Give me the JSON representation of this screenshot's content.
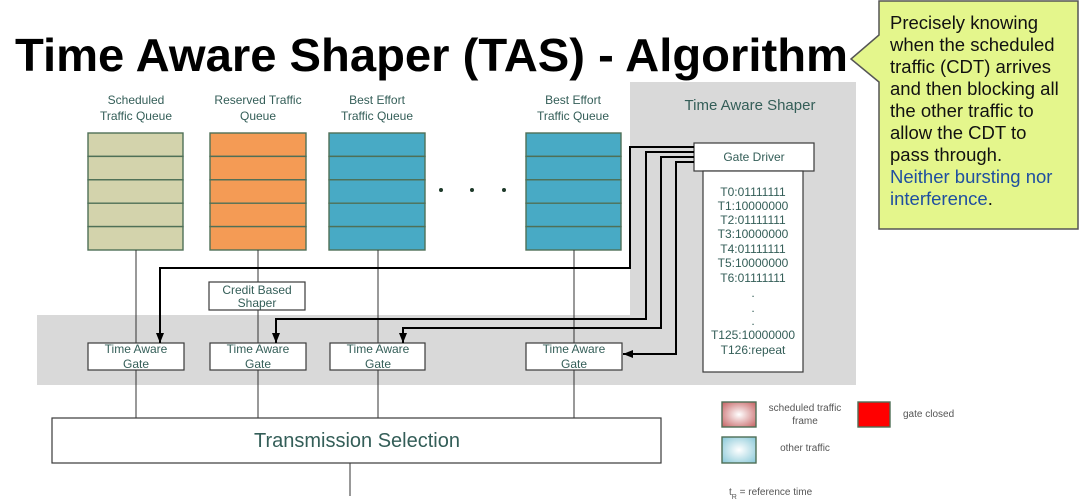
{
  "title": "Time Aware Shaper (TAS) - Algorithm",
  "callout": {
    "lines": [
      "Precisely knowing",
      "when the scheduled",
      "traffic (CDT) arrives",
      "and then blocking all",
      "the other traffic to",
      "allow the CDT to",
      "pass through."
    ],
    "emphasis_lines": [
      "Neither bursting nor",
      "interference"
    ],
    "emphasis_trailing": "."
  },
  "colors": {
    "callout_fill": "#E4F68C",
    "callout_emphasis_text": "#1F4FA0",
    "diagram_text": "#345E58",
    "shaper_region": "#D9D9D9",
    "gate_closed": "#FF0000",
    "scheduled_frame": "#C96B6B",
    "other_traffic": "#8ECBDA"
  },
  "queues": [
    {
      "label_lines": [
        "Scheduled",
        "Traffic Queue"
      ],
      "color": "#D3D3AC",
      "slots": 5
    },
    {
      "label_lines": [
        "Reserved Traffic",
        "Queue"
      ],
      "color": "#F49B55",
      "slots": 5
    },
    {
      "label_lines": [
        "Best Effort",
        "Traffic Queue"
      ],
      "color": "#48AAC5",
      "slots": 5
    },
    {
      "label_lines": [
        "Best Effort",
        "Traffic Queue"
      ],
      "color": "#48AAC5",
      "slots": 5
    }
  ],
  "credit_based_shaper": {
    "label_lines": [
      "Credit Based",
      "Shaper"
    ]
  },
  "gates": [
    {
      "label_lines": [
        "Time Aware",
        "Gate"
      ]
    },
    {
      "label_lines": [
        "Time Aware",
        "Gate"
      ]
    },
    {
      "label_lines": [
        "Time Aware",
        "Gate"
      ]
    },
    {
      "label_lines": [
        "Time Aware",
        "Gate"
      ]
    }
  ],
  "time_aware_shaper": {
    "label": "Time Aware Shaper",
    "gate_driver": "Gate Driver",
    "gate_control_list": [
      "T0:01111111",
      "T1:10000000",
      "T2:01111111",
      "T3:10000000",
      "T4:01111111",
      "T5:10000000",
      "T6:01111111",
      ".",
      ".",
      ".",
      "T125:10000000",
      "T126:repeat"
    ]
  },
  "transmission_selection": "Transmission Selection",
  "legend": {
    "items": [
      {
        "key": "scheduled_frame",
        "label_lines": [
          "scheduled traffic",
          "frame"
        ]
      },
      {
        "key": "gate_closed",
        "label_lines": [
          "gate closed"
        ]
      },
      {
        "key": "other_traffic",
        "label_lines": [
          "other traffic"
        ]
      }
    ],
    "reference_time": {
      "symbol": "t",
      "subscript": "R",
      "text": " = reference time"
    }
  }
}
